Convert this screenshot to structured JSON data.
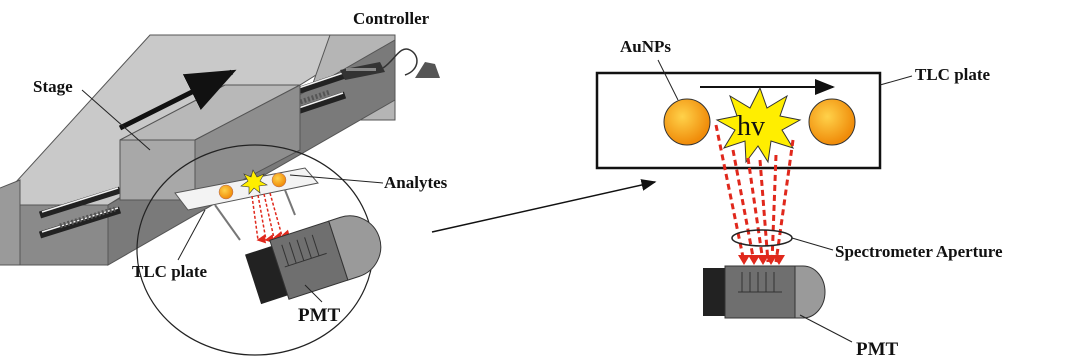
{
  "labels": {
    "controller": "Controller",
    "stage": "Stage",
    "analytes": "Analytes",
    "tlc_left": "TLC plate",
    "pmt_left": "PMT",
    "aunps": "AuNPs",
    "tlc_right": "TLC plate",
    "hv": "hv",
    "spectrometer": "Spectrometer Aperture",
    "pmt_right": "PMT"
  },
  "colors": {
    "stage_gray": "#a8a8a8",
    "stage_dark": "#6e6e6e",
    "nanoparticle": "#f6a21a",
    "flash": "#ffee00",
    "beam": "#e0281c"
  }
}
